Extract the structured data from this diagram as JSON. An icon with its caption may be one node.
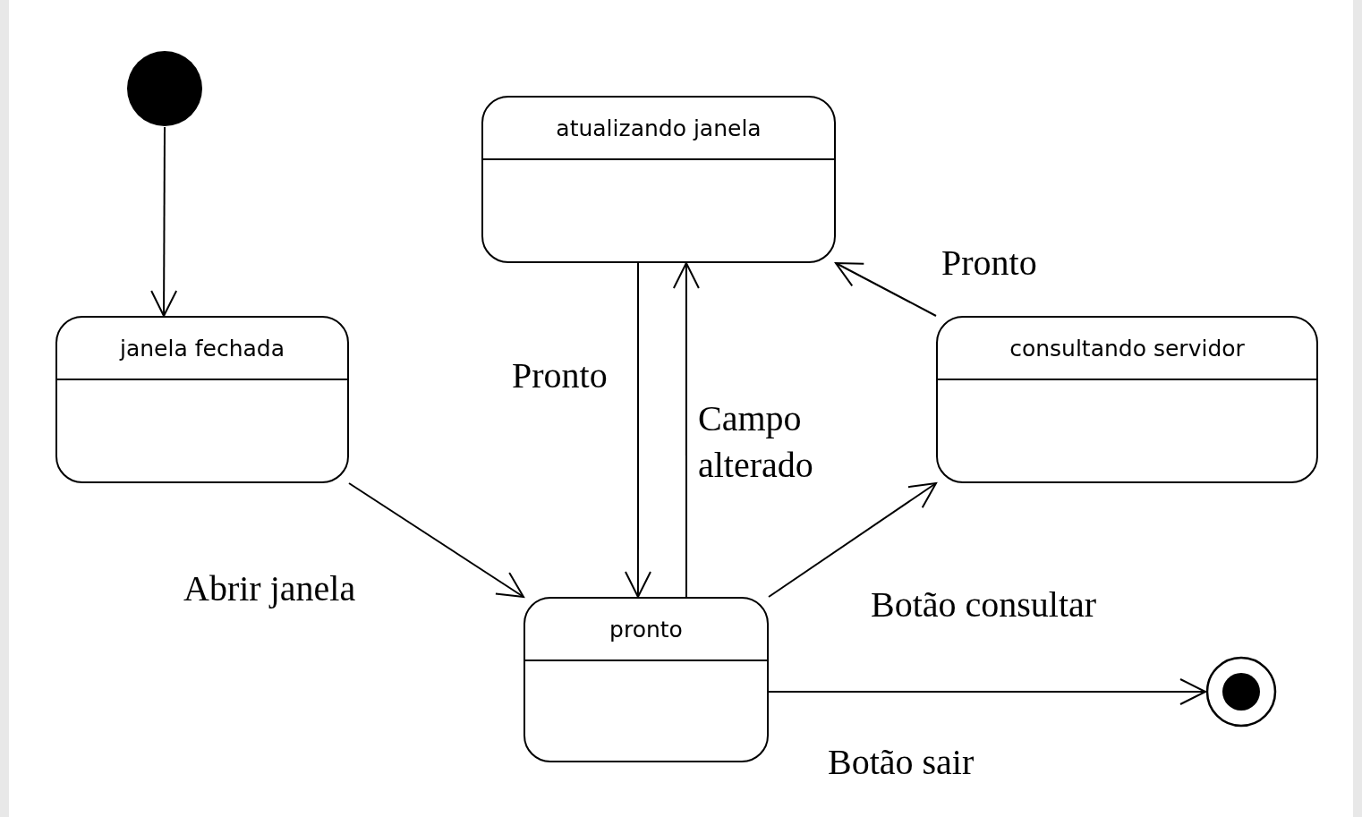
{
  "diagram": {
    "nodes": [
      {
        "text": [],
        "shape": "circle"
      },
      {
        "text": [
          "janela fechada"
        ]
      },
      {
        "text": [
          "atualizando janela"
        ]
      },
      {
        "text": [
          "pronto"
        ]
      },
      {
        "text": [
          "consultando servidor"
        ]
      },
      {
        "text": [],
        "shape": "circle"
      }
    ],
    "edges": [
      {
        "from": 0,
        "to": 1,
        "arrow": "to"
      },
      {
        "from": 1,
        "to": 3,
        "arrow": "to",
        "label": "Abrir janela"
      },
      {
        "from": 2,
        "to": 3,
        "arrow": "to",
        "label": "Pronto"
      },
      {
        "from": 3,
        "to": 2,
        "arrow": "to",
        "label": "Campo alterado"
      },
      {
        "from": 3,
        "to": 4,
        "arrow": "to",
        "label": "Botão consultar"
      },
      {
        "from": 4,
        "to": 2,
        "arrow": "to",
        "label": "Pronto"
      },
      {
        "from": 3,
        "to": 5,
        "arrow": "to",
        "label": "Botão sair"
      }
    ]
  }
}
